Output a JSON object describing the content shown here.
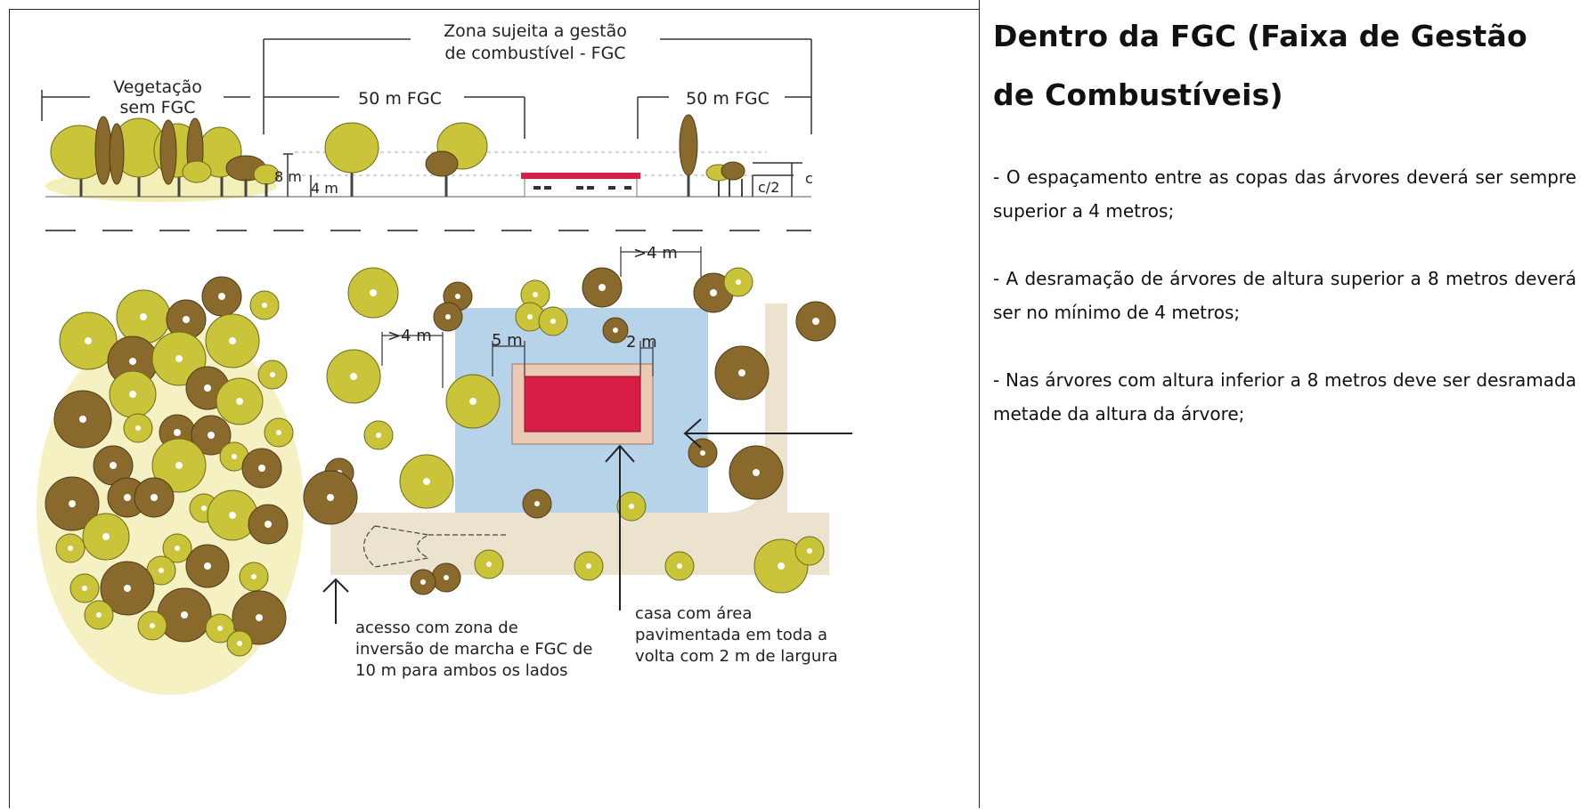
{
  "diagram": {
    "zone_label_line1": "Zona sujeita a gestão",
    "zone_label_line2": "de combustível - FGC",
    "veg_label_line1": "Vegetação",
    "veg_label_line2": "sem FGC",
    "fgc_left": "50 m FGC",
    "fgc_right": "50 m FGC",
    "height_8m": "8 m",
    "height_4m": "4 m",
    "label_c": "c",
    "label_c2": "c/2",
    "spacing_top": ">4 m",
    "spacing_left": ">4 m",
    "dist_5m": "5 m",
    "dist_2m": "2 m",
    "access_line1": "acesso com zona de",
    "access_line2": "inversão de marcha e FGC de",
    "access_line3": "10 m para ambos os lados",
    "house_line1": "casa com área",
    "house_line2": "pavimentada  em toda a",
    "house_line3": "volta com 2 m de largura",
    "colors": {
      "tree_yellow": "#c9c43a",
      "tree_brown": "#8a6a2c",
      "house_red": "#d81e45",
      "buffer_blue": "#b7d3ea",
      "road": "#ece3cf",
      "ground": "#f3efb8"
    }
  },
  "panel": {
    "title": "Dentro da FGC (Faixa de Gestão de Combustíveis)",
    "rule_1": "- O espaçamento entre as copas das árvores deverá ser sempre superior a 4 metros;",
    "rule_2": "- A desramação de árvores de altura superior a 8 metros deverá ser no mínimo de 4 metros;",
    "rule_3": "- Nas árvores com altura inferior a 8 metros deve ser desramada metade da altura da árvore;"
  }
}
